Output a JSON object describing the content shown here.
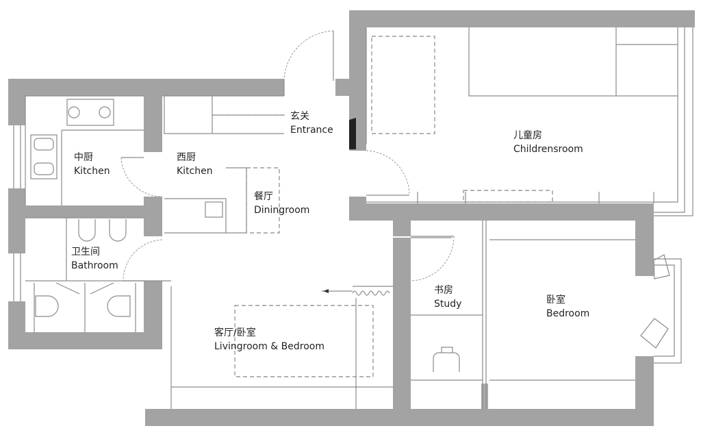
{
  "rooms": [
    {
      "zh": "中厨",
      "en": "Kitchen"
    },
    {
      "zh": "西厨",
      "en": "Kitchen"
    },
    {
      "zh": "玄关",
      "en": "Entrance"
    },
    {
      "zh": "餐厅",
      "en": "Diningroom"
    },
    {
      "zh": "卫生间",
      "en": "Bathroom"
    },
    {
      "zh": "客厅/卧室",
      "en": "Livingroom & Bedroom"
    },
    {
      "zh": "儿童房",
      "en": "Childrensroom"
    },
    {
      "zh": "书房",
      "en": "Study"
    },
    {
      "zh": "卧室",
      "en": "Bedroom"
    }
  ],
  "colors": {
    "wall": "#a3a3a3",
    "line": "#8a8a8a",
    "text": "#222222"
  }
}
